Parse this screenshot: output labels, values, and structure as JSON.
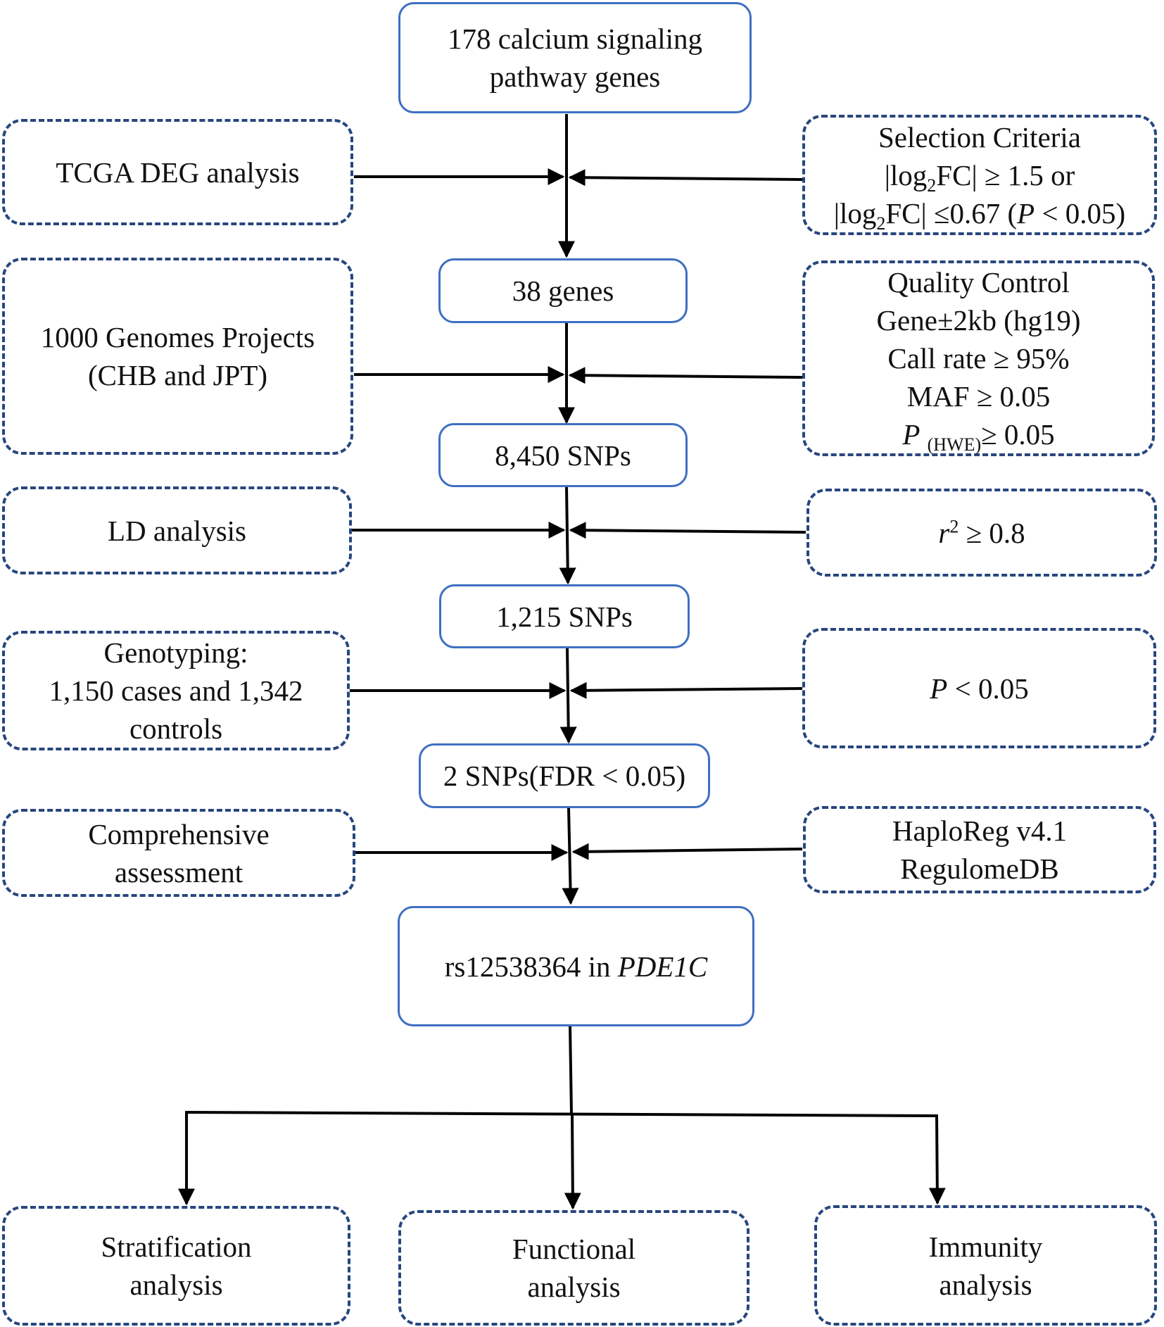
{
  "main_flow": {
    "start": [
      "178 calcium signaling",
      "pathway genes"
    ],
    "genes": "38 genes",
    "snps_8450": "8,450 SNPs",
    "snps_1215": "1,215 SNPs",
    "snps_2": "2 SNPs(FDR < 0.05)",
    "result_prefix": "rs12538364 in ",
    "result_gene": "PDE1C"
  },
  "left_steps": {
    "tcga": "TCGA DEG analysis",
    "genomes": [
      "1000 Genomes Projects",
      "(CHB and JPT)"
    ],
    "ld": "LD analysis",
    "genotyping": [
      "Genotyping:",
      "1,150 cases and 1,342",
      "controls"
    ],
    "comprehensive": [
      "Comprehensive",
      "assessment"
    ]
  },
  "right_criteria": {
    "selection": {
      "title": "Selection Criteria",
      "line2_a": "|log",
      "line2_sub": "2",
      "line2_b": "FC| ≥ 1.5 or",
      "line3_a": "|log",
      "line3_sub": "2",
      "line3_b": "FC| ≤0.67 (",
      "line3_p": "P",
      "line3_c": " < 0.05)"
    },
    "qc": {
      "title": "Quality Control",
      "gene": "Gene±2kb (hg19)",
      "call_rate": "Call rate ≥ 95%",
      "maf": "MAF ≥ 0.05",
      "hwe_p": "P",
      "hwe_sub": "(HWE)",
      "hwe_val": "≥ 0.05"
    },
    "r2": {
      "r": "r",
      "sup": "2",
      "val": " ≥ 0.8"
    },
    "pval": {
      "p": "P",
      "val": " < 0.05"
    },
    "haplo": [
      "HaploReg v4.1",
      "RegulomeDB"
    ]
  },
  "outcomes": {
    "stratification": [
      "Stratification",
      "analysis"
    ],
    "functional": [
      "Functional",
      "analysis"
    ],
    "immunity": [
      "Immunity",
      "analysis"
    ]
  },
  "colors": {
    "solid_border": "#3f6fc2",
    "dashed_border": "#27467f",
    "arrow": "#000000"
  }
}
